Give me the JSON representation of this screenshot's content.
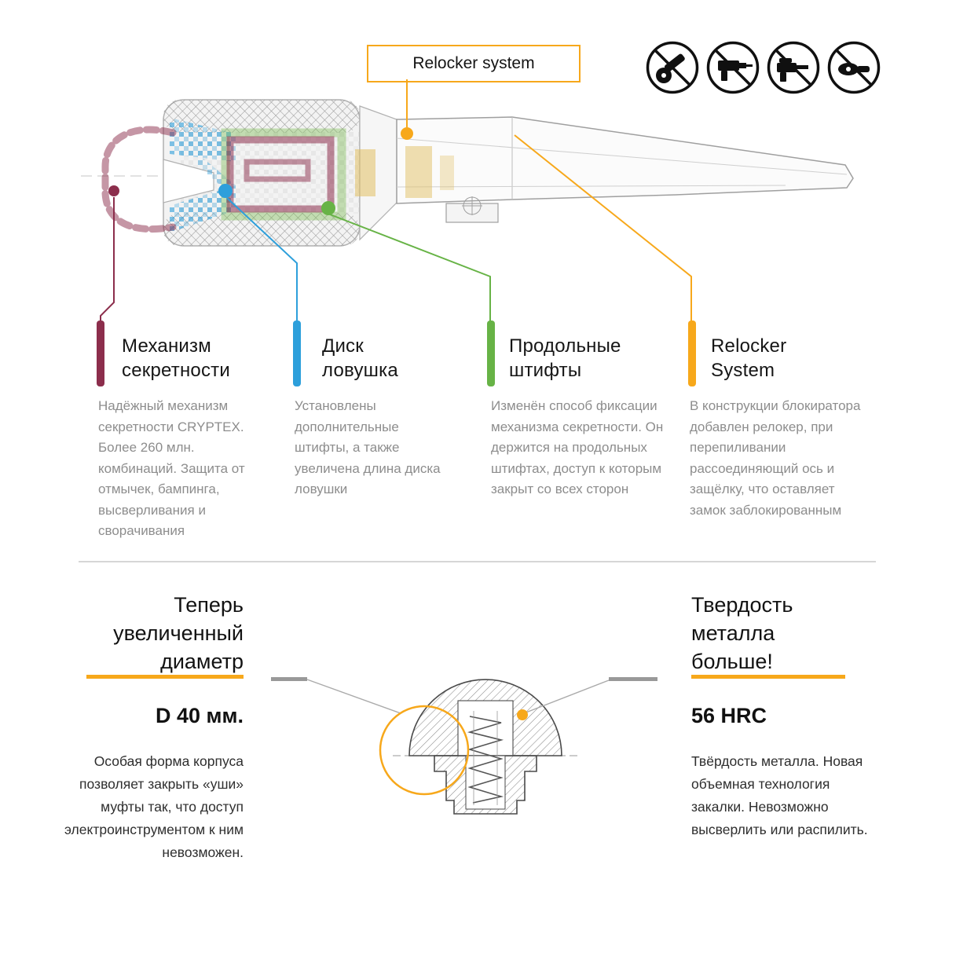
{
  "diagram": {
    "relocker_label": "Relocker system",
    "prohibited_tools": [
      "no-cutting-disc",
      "no-drill",
      "no-hammer-drill",
      "no-angle-grinder"
    ],
    "callouts": [
      {
        "title": "Механизм\nсекретности",
        "color": "#8C2E4C",
        "body": "Надёжный механизм секретности CRYPTEX. Более 260 млн. комбинаций. Защита от отмычек, бампинга, высверливания и сворачивания"
      },
      {
        "title": "Диск\nловушка",
        "color": "#2D9FDB",
        "body": "Установлены дополнительные штифты, а также увеличена длина диска ловушки"
      },
      {
        "title": "Продольные\nштифты",
        "color": "#67B346",
        "body": "Изменён способ фиксации механизма секретности. Он держится на продольных штифтах, доступ к которым закрыт со всех сторон"
      },
      {
        "title": "Relocker\nSystem",
        "color": "#F7A81B",
        "body": "В конструкции блокиратора добавлен релокер, при перепиливании рассоединяющий ось и защёлку, что оставляет замок заблокированным"
      }
    ]
  },
  "bottom": {
    "left": {
      "heading": "Теперь\nувеличенный\nдиаметр",
      "value": "D 40 мм.",
      "body": "Особая форма корпуса позволяет закрыть «уши» муфты так, что доступ электроинструментом к ним невозможен."
    },
    "right": {
      "heading": "Твердость\nметалла\nбольше!",
      "value": "56 HRC",
      "body": "Твёрдость металла. Новая объемная технология закалки. Невозможно высверлить или распилить."
    }
  },
  "colors": {
    "accent": "#F7A81B",
    "maroon": "#8C2E4C",
    "blue": "#2D9FDB",
    "green": "#67B346",
    "body_text": "#8D8D8D"
  }
}
